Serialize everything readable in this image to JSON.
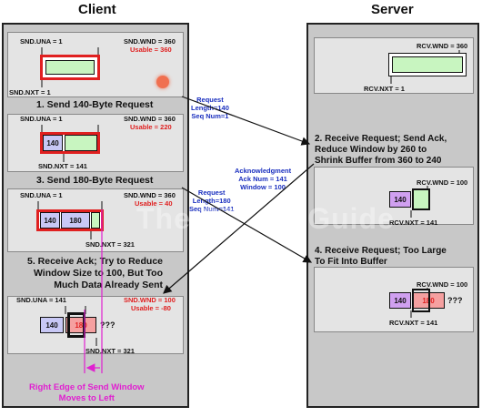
{
  "headers": {
    "client": "Client",
    "server": "Server"
  },
  "client": {
    "box1": {
      "una": "SND.UNA = 1",
      "wnd": "SND.WND = 360",
      "usable": "Usable = 360",
      "nxt": "SND.NXT = 1"
    },
    "step1": "1. Send 140-Byte Request",
    "box2": {
      "una": "SND.UNA = 1",
      "wnd": "SND.WND = 360",
      "usable": "Usable = 220",
      "seg1": "140",
      "nxt": "SND.NXT = 141"
    },
    "step3": "3. Send 180-Byte Request",
    "box3": {
      "una": "SND.UNA = 1",
      "wnd": "SND.WND = 360",
      "usable": "Usable = 40",
      "seg1": "140",
      "seg2": "180",
      "nxt": "SND.NXT = 321"
    },
    "step5": "5. Receive Ack; Try to Reduce\nWindow Size to 100, But Too\nMuch Data Already Sent",
    "box5": {
      "una": "SND.UNA = 141",
      "wnd": "SND.WND = 100",
      "usable": "Usable = -80",
      "seg1": "140",
      "seg2": "180",
      "unknown": "???",
      "nxt": "SND.NXT = 321"
    },
    "edge_note": "Right Edge of Send Window\nMoves to Left"
  },
  "server": {
    "box1": {
      "wnd": "RCV.WND = 360",
      "nxt": "RCV.NXT = 1"
    },
    "step2": "2. Receive Request; Send Ack,\nReduce Window by 260 to\nShrink Buffer from 360 to 240",
    "box2": {
      "wnd": "RCV.WND = 100",
      "seg1": "140",
      "nxt": "RCV.NXT = 141"
    },
    "step4": "4. Receive Request; Too Large\nTo Fit Into Buffer",
    "box4": {
      "wnd": "RCV.WND = 100",
      "seg1": "140",
      "seg2": "180",
      "unknown": "???",
      "nxt": "RCV.NXT = 141"
    }
  },
  "messages": {
    "req1": "Request\nLength=140\nSeq Num=1",
    "ack": "Acknowledgment\nAck Num = 141\nWindow = 100",
    "req2": "Request\nLength=180\nSeq Num=141"
  },
  "watermark": "The TCP/IP Guide",
  "colors": {
    "green": "#c8f5c0",
    "red_border": "#e02020",
    "lavender": "#c8c8f5",
    "pink": "#f5a0a0",
    "purple": "#d0a0f0",
    "magenta": "#e020d0",
    "blue_text": "#1a2fbf"
  }
}
